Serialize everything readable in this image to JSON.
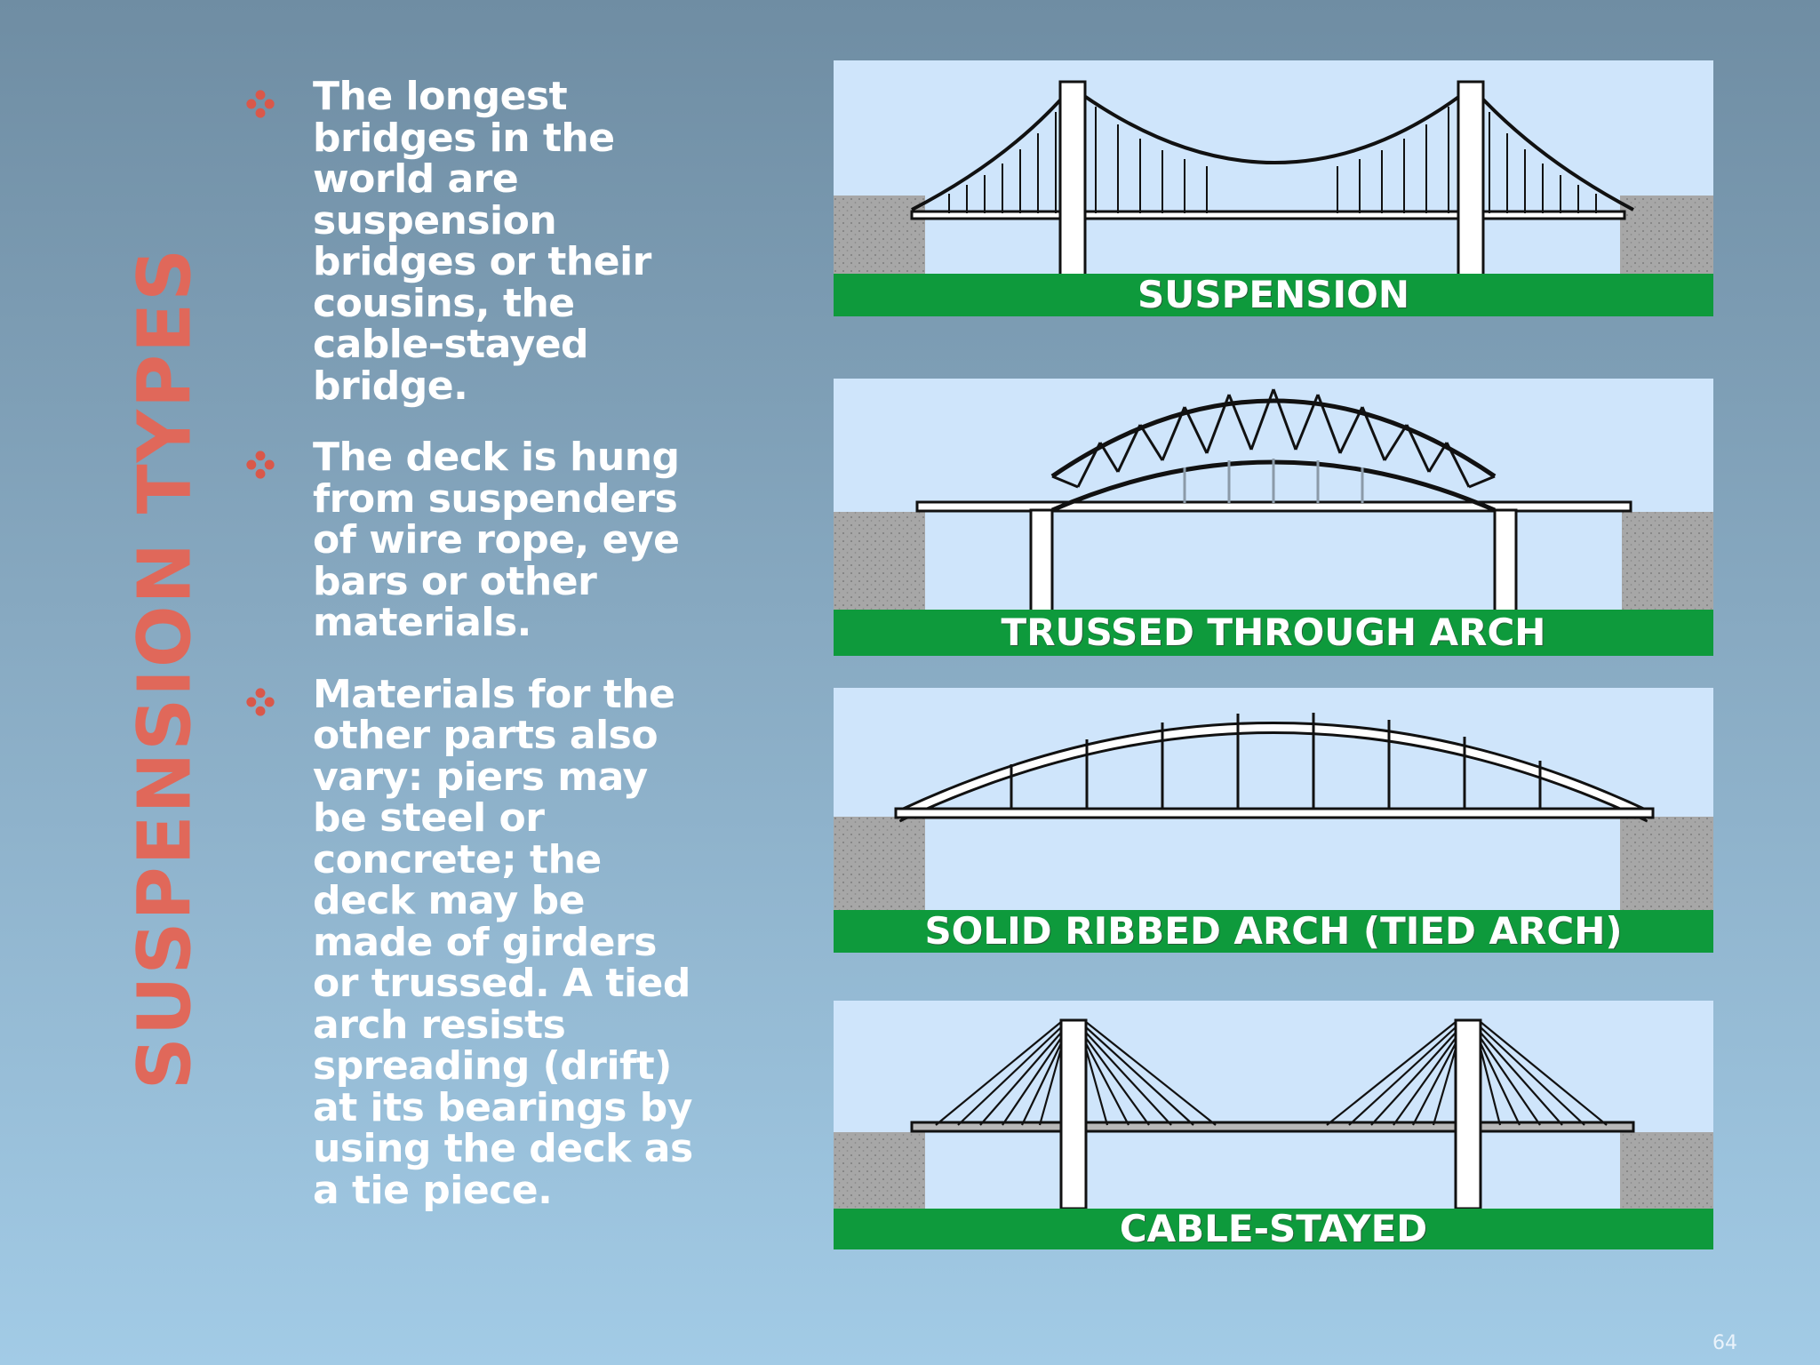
{
  "slide": {
    "title": "SUSPENSION TYPES",
    "page_number": "64",
    "accent_color": "#e0685a",
    "bullet_icon": "diamond-bullet-icon",
    "bullets": [
      "The longest bridges in the world are suspension bridges or their cousins, the cable-stayed bridge.",
      "The deck is hung from suspenders of wire rope, eye bars or other materials.",
      "Materials for the other parts also vary: piers may be steel or concrete; the deck may be made of girders or trussed. A tied arch resists spreading (drift) at its bearings by using the deck as a tie piece."
    ]
  },
  "diagrams": [
    {
      "label": "SUSPENSION",
      "icon": "suspension-bridge-icon"
    },
    {
      "label": "TRUSSED THROUGH ARCH",
      "icon": "truss-arch-bridge-icon"
    },
    {
      "label": "SOLID RIBBED ARCH (TIED ARCH)",
      "icon": "tied-arch-bridge-icon"
    },
    {
      "label": "CABLE-STAYED",
      "icon": "cable-stayed-bridge-icon"
    }
  ],
  "colors": {
    "banner_green": "#0e9a3c",
    "sky_blue": "#cfe5fb",
    "bank_gray": "#a7a7a7"
  }
}
